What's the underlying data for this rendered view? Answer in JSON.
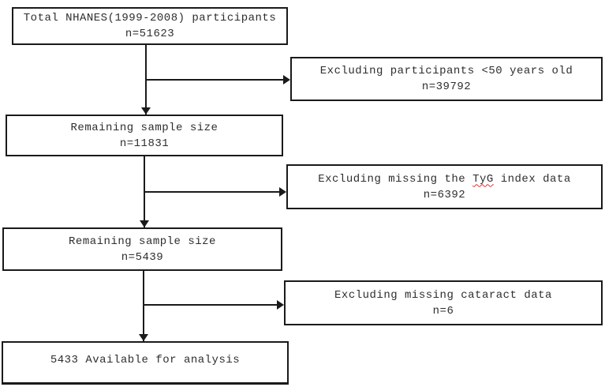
{
  "diagram": {
    "type": "participant-flowchart",
    "boxes": {
      "total": {
        "line1": "Total NHANES(1999-2008) participants",
        "line2": "n=51623"
      },
      "excl_age": {
        "line1": "Excluding participants <50 years old",
        "line2": "n=39792"
      },
      "remaining1": {
        "line1": "Remaining sample size",
        "line2": "n=11831"
      },
      "excl_tyg": {
        "line1_prefix": "Excluding missing the ",
        "line1_word": "TyG",
        "line1_suffix": " index data",
        "line2": "n=6392"
      },
      "remaining2": {
        "line1": "Remaining sample size",
        "line2": "n=5439"
      },
      "excl_cataract": {
        "line1": "Excluding missing cataract data",
        "line2": "n=6"
      },
      "final": {
        "line1": "5433 Available for analysis"
      }
    },
    "colors": {
      "background": "#ffffff",
      "border": "#1a1a1a",
      "text": "#2e2e2e",
      "spellcheck_underline": "#e03131"
    }
  }
}
